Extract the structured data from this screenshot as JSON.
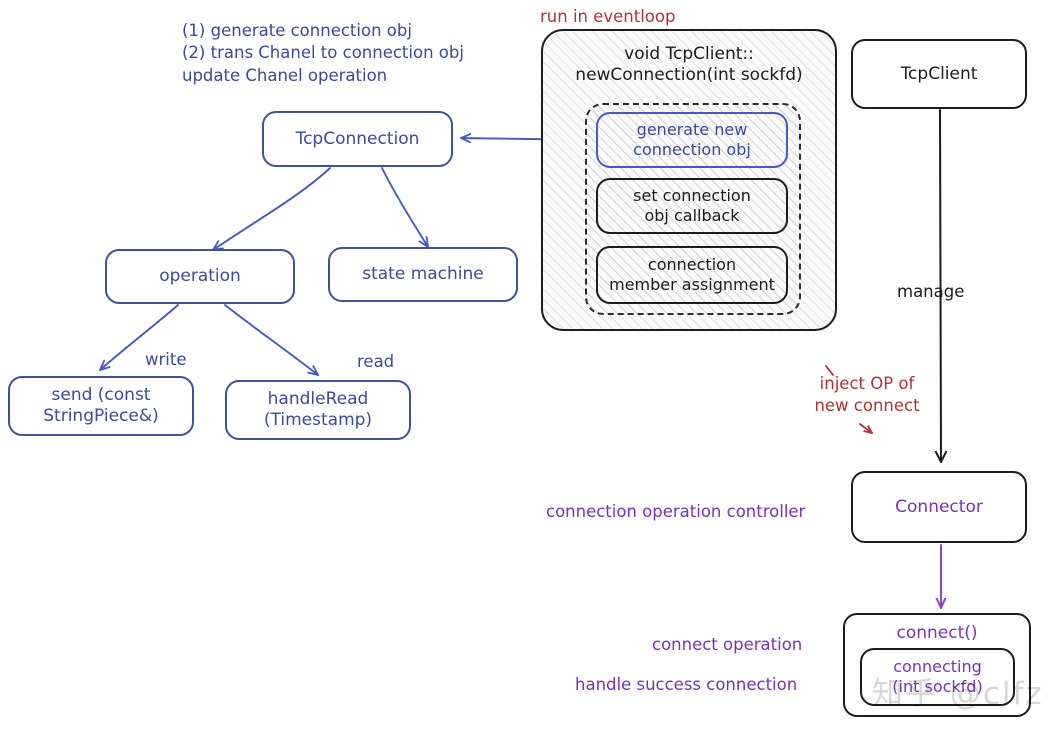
{
  "diagram": {
    "title_note_red": "run in eventloop",
    "notes": {
      "left_steps": "(1) generate connection obj\n(2) trans Chanel to connection obj\n     update Chanel operation",
      "manage": "manage",
      "inject": "inject OP of\nnew connect",
      "controller": "connection operation controller",
      "connect_operation": "connect operation",
      "handle_success": "handle success connection",
      "edge_write": "write",
      "edge_read": "read"
    },
    "nodes": {
      "tcp_connection": "TcpConnection",
      "operation": "operation",
      "state_machine": "state machine",
      "send": "send (const\nStringPiece&)",
      "handle_read": "handleRead\n(Timestamp)",
      "code_block_title": "void TcpClient::\nnewConnection(int sockfd)",
      "step_generate": "generate new\nconnection obj",
      "step_set_callback": "set connection\nobj callback",
      "step_member_assign": "connection\nmember assignment",
      "tcp_client": "TcpClient",
      "connector": "Connector",
      "connect_fn": "connect()",
      "connecting_fn": "connecting\n(int sockfd)"
    },
    "watermark": "知乎 @clfz",
    "colors": {
      "blue": "#3a4a9c",
      "red": "#bb2f33",
      "purple": "#7b2fbe",
      "black": "#1c1c1c"
    }
  }
}
